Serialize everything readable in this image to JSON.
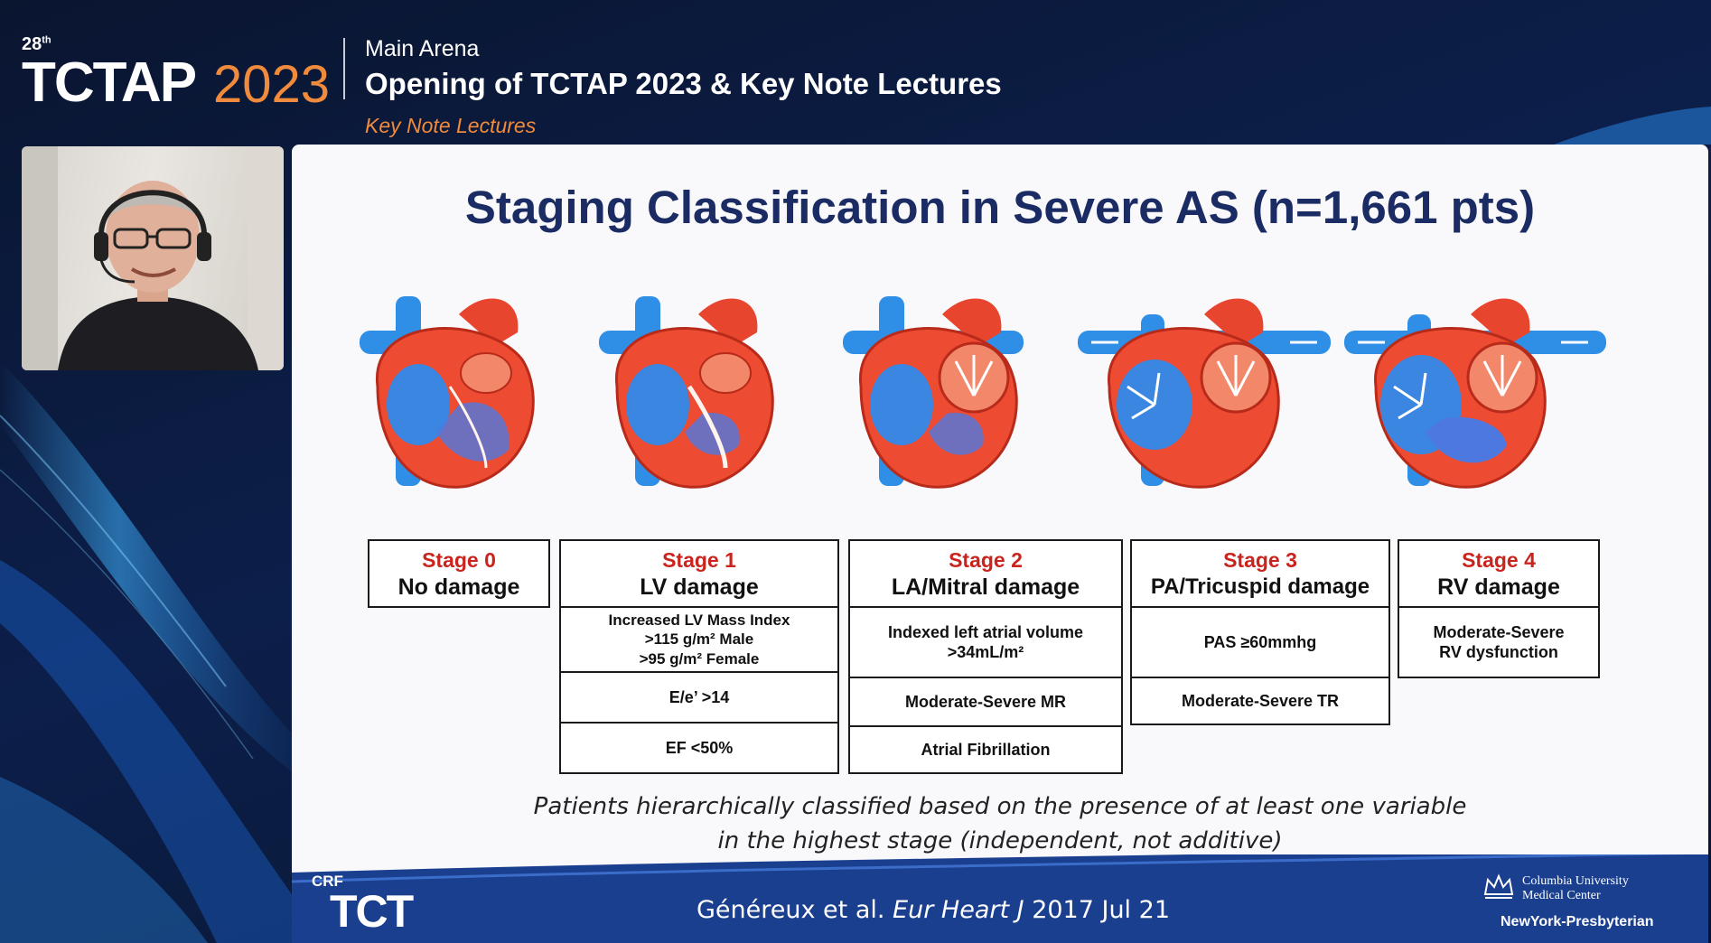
{
  "header": {
    "edition": "28",
    "edition_suffix": "th",
    "brand": "TCTAP",
    "year": "2023",
    "venue": "Main Arena",
    "title": "Opening of TCTAP 2023 & Key Note Lectures",
    "subtitle": "Key Note Lectures"
  },
  "slide": {
    "title": "Staging Classification in Severe AS (n=1,661 pts)",
    "stages": [
      {
        "label": "Stage 0",
        "name": "No damage",
        "criteria": []
      },
      {
        "label": "Stage 1",
        "name": "LV damage",
        "criteria": [
          [
            "Increased LV Mass Index",
            ">115 g/m² Male",
            ">95  g/m² Female"
          ],
          [
            "E/e’ >14"
          ],
          [
            "EF <50%"
          ]
        ]
      },
      {
        "label": "Stage 2",
        "name": "LA/Mitral damage",
        "criteria": [
          [
            "Indexed left atrial volume",
            ">34mL/m²"
          ],
          [
            "Moderate-Severe MR"
          ],
          [
            "Atrial Fibrillation"
          ]
        ]
      },
      {
        "label": "Stage 3",
        "name": "PA/Tricuspid damage",
        "criteria": [
          [
            "PAS ≥60mmhg"
          ],
          [
            "Moderate-Severe TR"
          ]
        ]
      },
      {
        "label": "Stage 4",
        "name": "RV damage",
        "criteria": [
          [
            "Moderate-Severe",
            "RV dysfunction"
          ]
        ]
      }
    ],
    "note_line1": "Patients hierarchically classified based on the presence of at least one variable",
    "note_line2": "in the highest stage (independent, not additive)",
    "citation_authors": "Généreux et al.",
    "citation_journal": "Eur Heart J",
    "citation_date": "2017 Jul 21"
  },
  "footer": {
    "crf": "CRF",
    "tct": "TCT",
    "columbia_line1": "Columbia University",
    "columbia_line2": "Medical Center",
    "nyp": "NewYork-Presbyterian"
  },
  "icons": [
    "heart-illustration-icon",
    "crown-icon",
    "headset-icon"
  ],
  "colors": {
    "accent_orange": "#f08a3c",
    "slide_title": "#1b2b63",
    "stage_red": "#c9241d",
    "heart_red": "#e8452e",
    "vessel_blue": "#2f8fe6",
    "footer_blue": "#1a3f8f"
  }
}
